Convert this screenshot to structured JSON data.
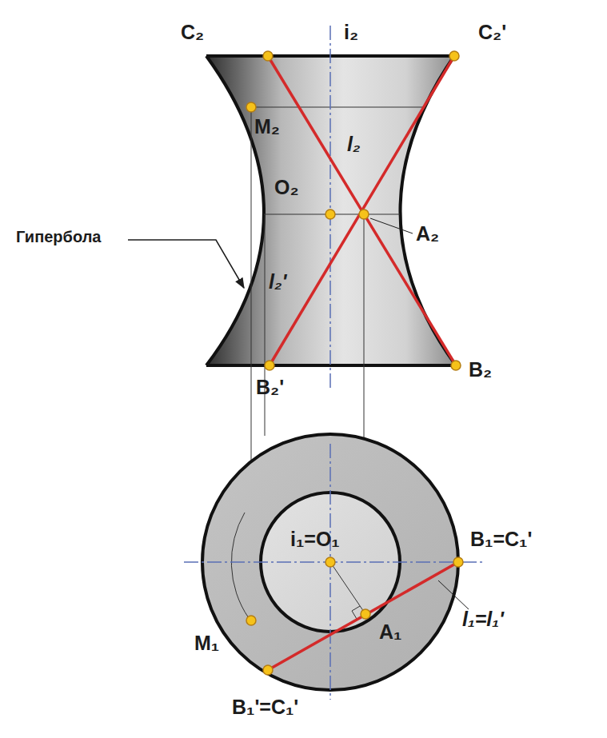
{
  "diagram": {
    "labels": [
      "C₂",
      "i₂",
      "C₂'",
      "M₂",
      "l₂",
      "O₂",
      "A₂",
      "Гипербола",
      "l₂'",
      "B₂'",
      "B₂",
      "i₁=O₁",
      "B₁=C₁'",
      "M₁",
      "A₁",
      "l₁=l₁'",
      "B₁'=C₁'"
    ]
  }
}
